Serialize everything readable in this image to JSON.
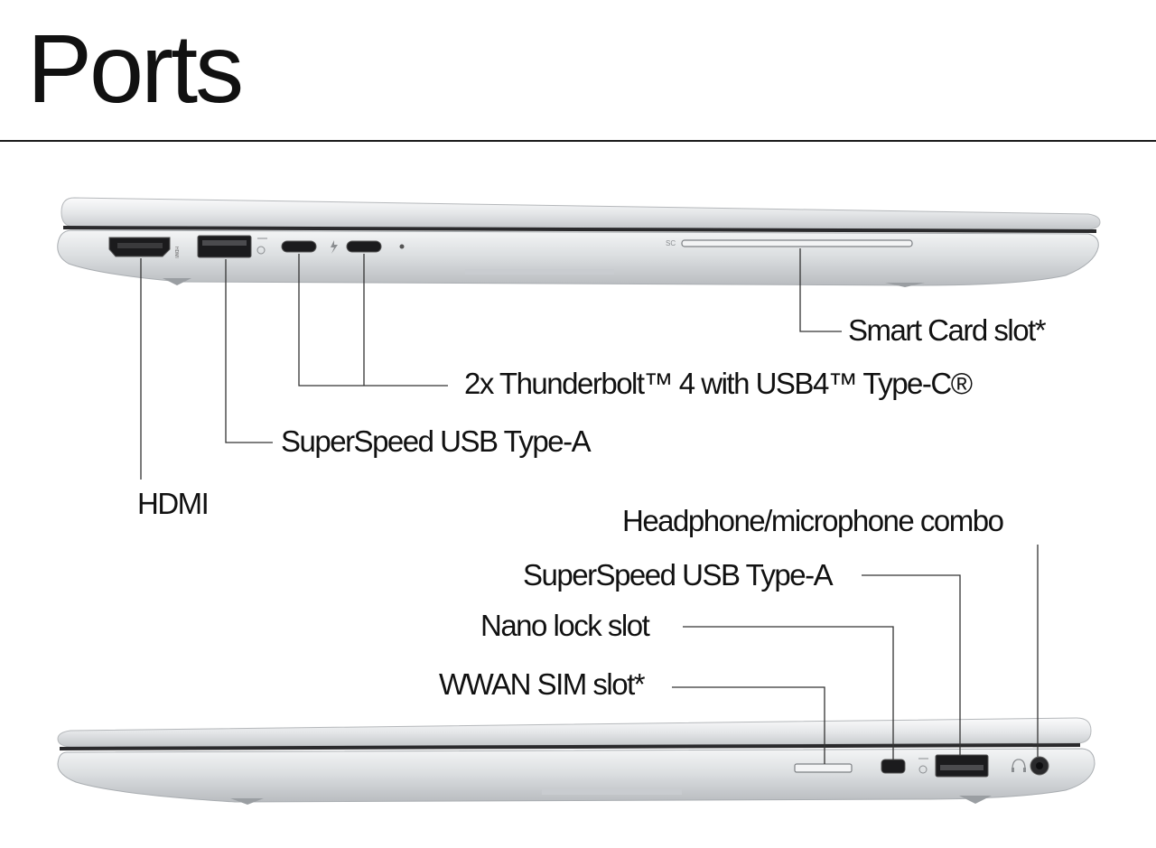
{
  "title": "Ports",
  "left_side": {
    "labels": {
      "smart_card": "Smart Card slot*",
      "thunderbolt": "2x Thunderbolt™ 4 with USB4™ Type-C®",
      "usb_a": "SuperSpeed USB Type-A",
      "hdmi": "HDMI"
    },
    "engraving": {
      "hdmi_mark": "HDMI",
      "smart_card_mark": "SC"
    }
  },
  "right_side": {
    "labels": {
      "headphone": "Headphone/microphone combo",
      "usb_a": "SuperSpeed USB Type-A",
      "nano_lock": "Nano lock slot",
      "wwan_sim": "WWAN SIM slot*"
    }
  },
  "colors": {
    "laptop_light": "#eef0f2",
    "laptop_mid": "#d6d9dc",
    "laptop_dark": "#a9adb1",
    "port_black": "#1b1b1d",
    "callout_line": "#333333"
  }
}
